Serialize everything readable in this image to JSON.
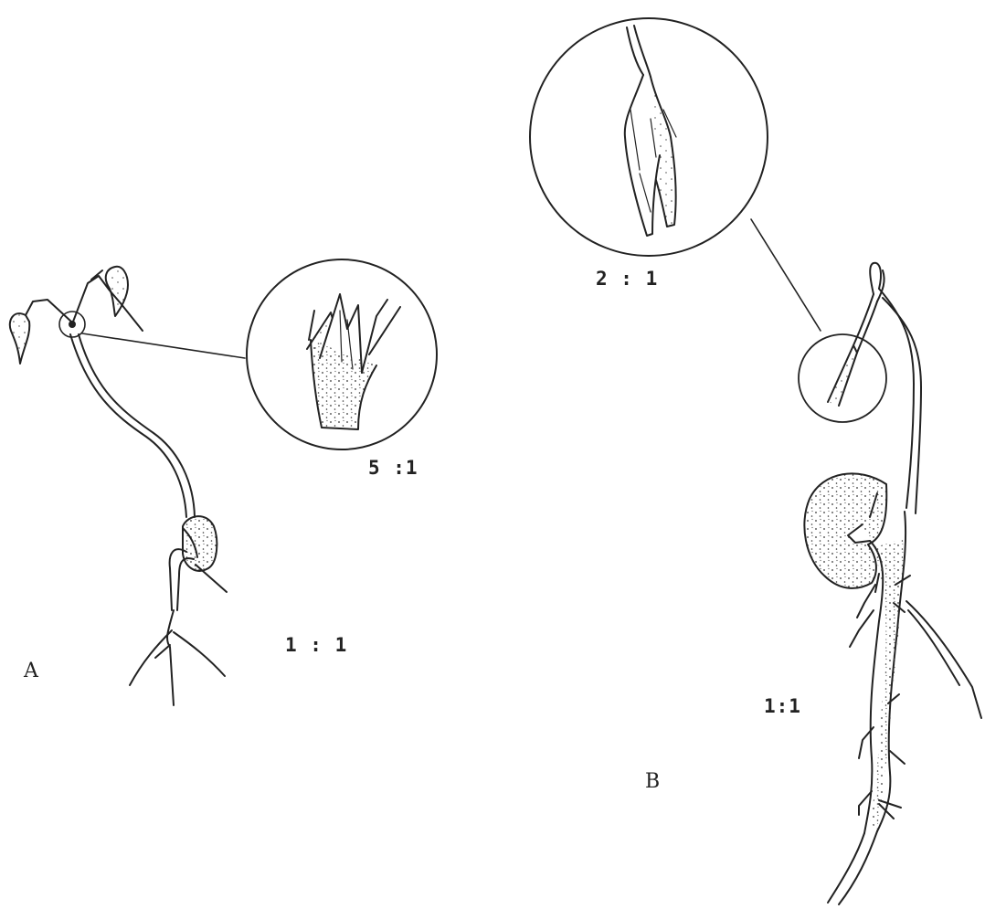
{
  "figure": {
    "panel_a": {
      "label": "A",
      "scale_main": "1 : 1",
      "scale_detail": "5 :1"
    },
    "panel_b": {
      "label": "B",
      "scale_main": "1:1",
      "scale_detail": "2 : 1"
    }
  },
  "colors": {
    "ink": "#222222",
    "paper": "#ffffff"
  }
}
